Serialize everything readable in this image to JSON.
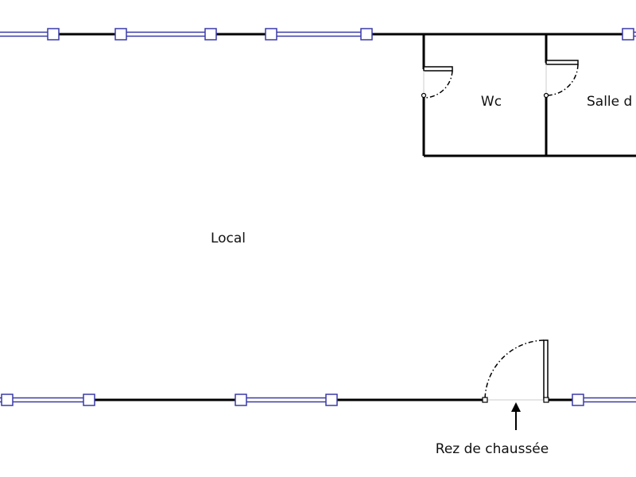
{
  "rooms": {
    "main": "Local",
    "wc": "Wc",
    "bath": "Salle d"
  },
  "floor_label": "Rez de chaussée",
  "colors": {
    "wall": "#000000",
    "window": "#3a3aa8",
    "window_node_fill": "#ffffff",
    "door_arc": "#000000"
  }
}
